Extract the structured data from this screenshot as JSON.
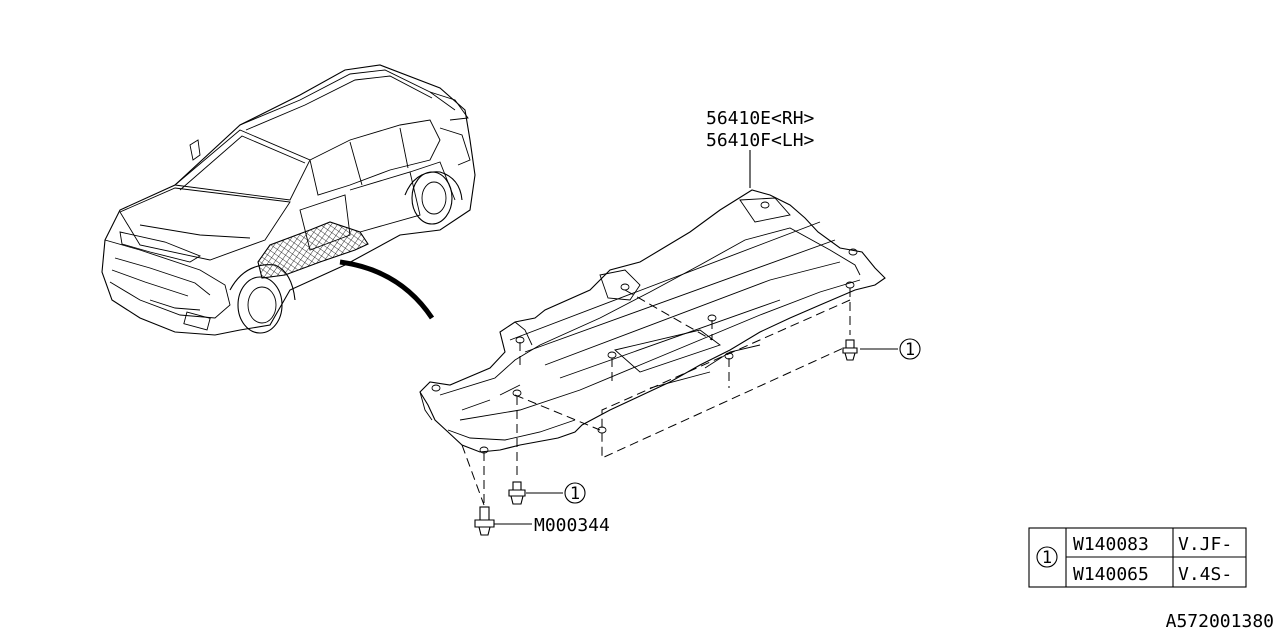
{
  "callouts": {
    "part_rh": "56410E<RH>",
    "part_lh": "56410F<LH>",
    "bolt_ref": "M000344",
    "ref_num_right": "1",
    "ref_num_center": "1"
  },
  "parts_table": {
    "ref": "1",
    "rows": [
      {
        "part": "W140083",
        "code": "V.JF-"
      },
      {
        "part": "W140065",
        "code": "V.4S-"
      }
    ]
  },
  "diagram_id": "A572001380"
}
